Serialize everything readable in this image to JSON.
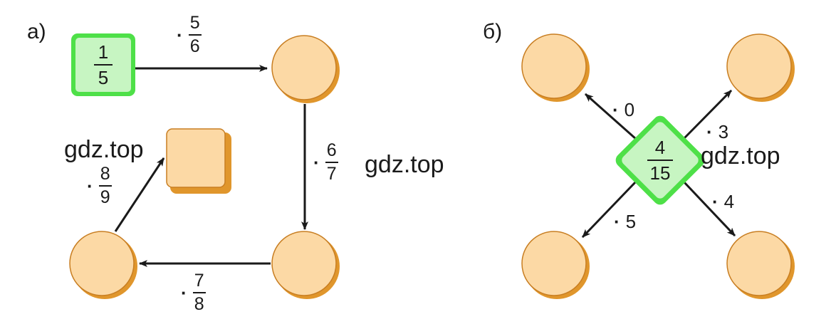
{
  "colors": {
    "circle_fill": "#fcd9a5",
    "circle_shadow": "#e0962c",
    "start_fill": "#c7f5c2",
    "start_border": "#4ee048",
    "arrow": "#1a1a1a"
  },
  "watermark": "gdz.top",
  "part_a": {
    "label": "а)",
    "start": {
      "num": "1",
      "den": "5"
    },
    "steps": [
      {
        "dot": "·",
        "num": "5",
        "den": "6"
      },
      {
        "dot": "·",
        "num": "6",
        "den": "7"
      },
      {
        "dot": "·",
        "num": "7",
        "den": "8"
      },
      {
        "dot": "·",
        "num": "8",
        "den": "9"
      }
    ]
  },
  "part_b": {
    "label": "б)",
    "center": {
      "num": "4",
      "den": "15"
    },
    "multipliers": [
      {
        "dot": "·",
        "value": "0"
      },
      {
        "dot": "·",
        "value": "3"
      },
      {
        "dot": "·",
        "value": "4"
      },
      {
        "dot": "·",
        "value": "5"
      }
    ]
  }
}
